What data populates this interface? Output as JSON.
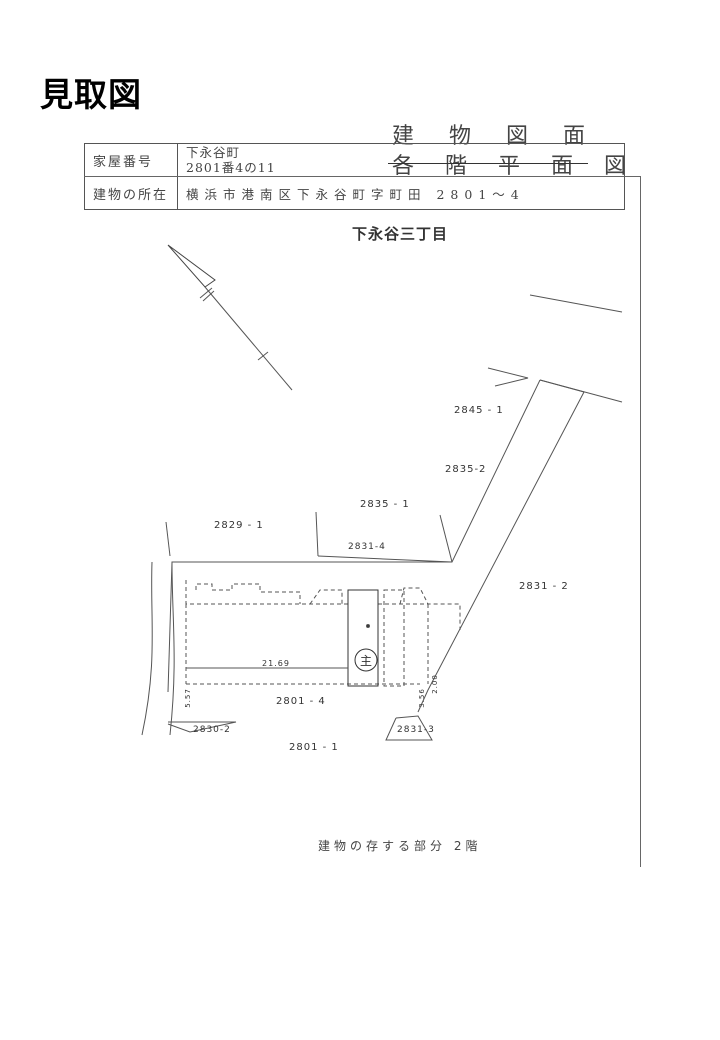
{
  "heading": "見取図",
  "document": {
    "title": "建 物 図 面",
    "subtitle": "各 階 平 面 図"
  },
  "info_table": {
    "house_number_label": "家屋番号",
    "house_number_line1": "下永谷町",
    "house_number_line2": "2801番4の11",
    "location_label": "建物の所在",
    "location_value": "横浜市港南区下永谷町字町田 2801～4"
  },
  "map": {
    "area_name": "下永谷三丁目",
    "parcels": {
      "p2845_1": "2845 - 1",
      "p2835_2": "2835-2",
      "p2835_1": "2835 - 1",
      "p2829_1": "2829 - 1",
      "p2831_4": "2831-4",
      "p2831_2": "2831 - 2",
      "p2801_4": "2801 - 4",
      "p2830_2": "2830-2",
      "p2831_3": "2831-3",
      "p2801_1": "2801 - 1"
    },
    "dimensions": {
      "width": "21.69",
      "left_side": "5.57",
      "right_a": "3.56",
      "right_b": "2.00"
    },
    "main_building_symbol": "主"
  },
  "footer_note": "建物の存する部分 2階"
}
